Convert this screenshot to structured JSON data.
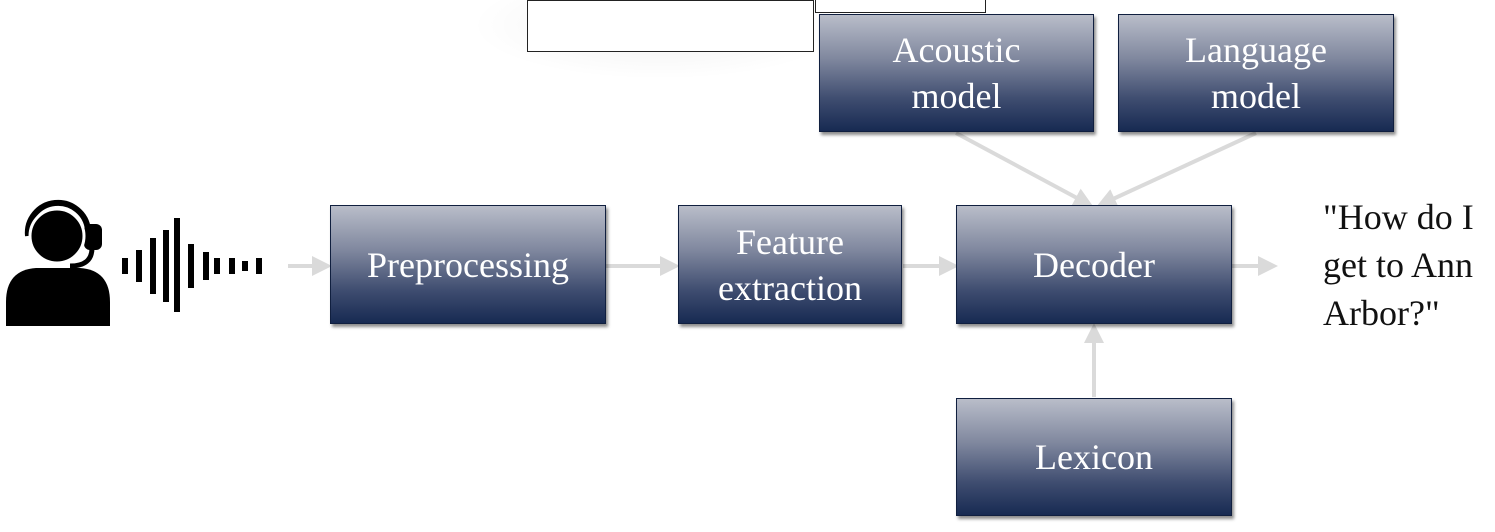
{
  "blocks": {
    "preprocessing": "Preprocessing",
    "feature_extraction": "Feature\nextraction",
    "decoder": "Decoder",
    "acoustic_model": "Acoustic\nmodel",
    "language_model": "Language\nmodel",
    "lexicon": "Lexicon"
  },
  "output_text": "\"How do I\nget to Ann\nArbor?\"",
  "icons": [
    "speaker-headset-icon",
    "sound-wave-icon"
  ],
  "colors": {
    "block_top": "#b9bdc9",
    "block_bottom": "#172a52",
    "block_text": "#ffffff",
    "arrow": "#dadada"
  }
}
